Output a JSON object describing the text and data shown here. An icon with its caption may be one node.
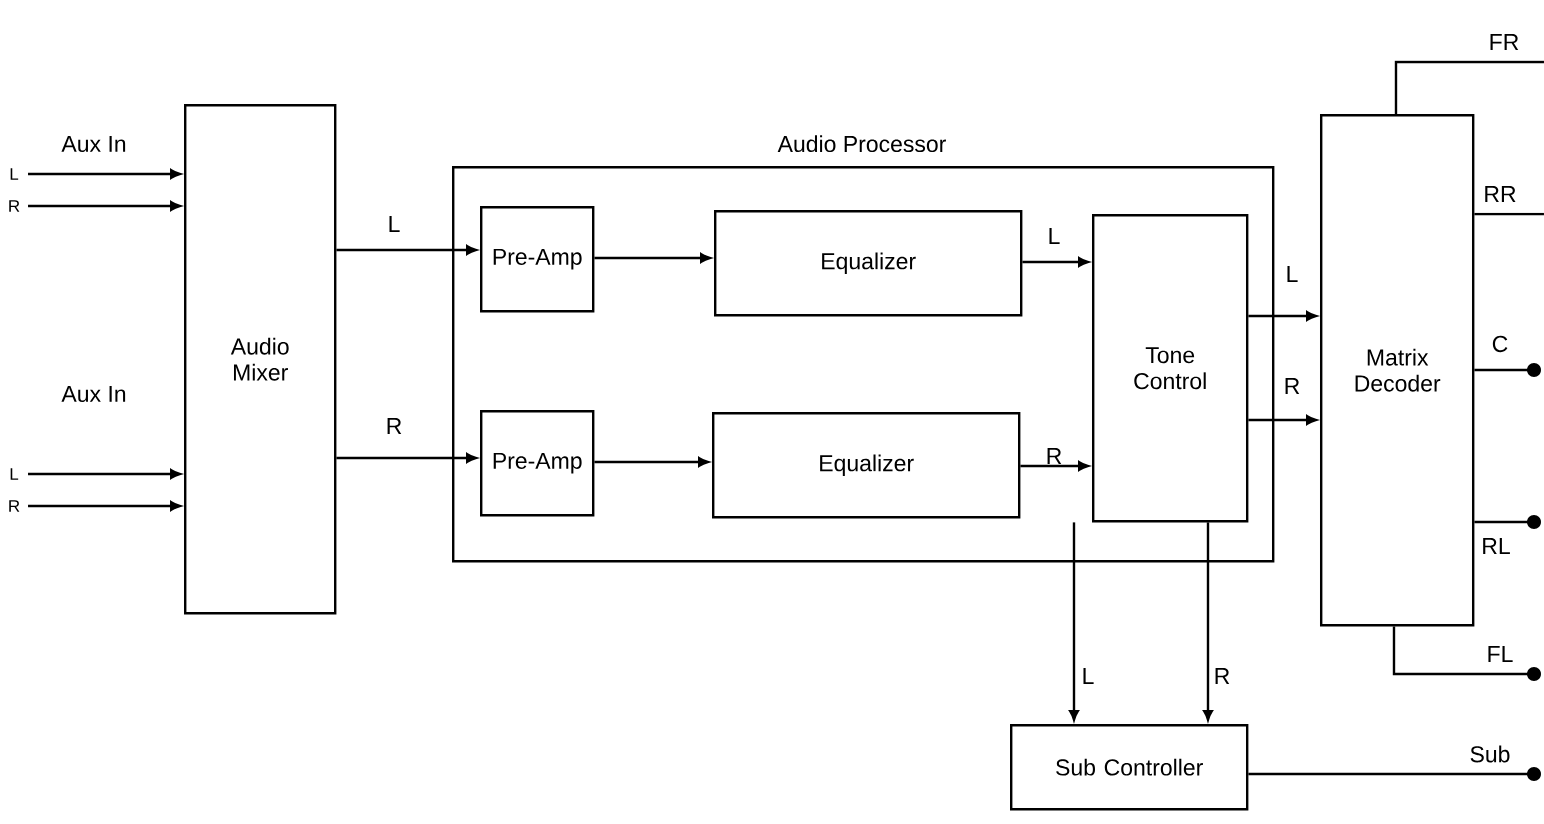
{
  "diagram": {
    "nodes": [
      {
        "text": [
          "Audio Mixer"
        ]
      },
      {
        "text": [
          "Audio Processor"
        ]
      },
      {
        "text": [
          "Pre-Amp"
        ],
        "in": 1
      },
      {
        "text": [
          "Equalizer"
        ],
        "in": 1
      },
      {
        "text": [
          "Pre-Amp"
        ],
        "in": 1
      },
      {
        "text": [
          "Equalizer"
        ],
        "in": 1
      },
      {
        "text": [
          "Tone Control"
        ],
        "in": 1
      },
      {
        "text": [
          "Matrix Decoder"
        ]
      },
      {
        "text": [
          "Sub Controller"
        ]
      }
    ],
    "edges": [
      {
        "from": null,
        "to": 0,
        "arrow": "to",
        "label": "L"
      },
      {
        "from": null,
        "to": 0,
        "arrow": "to",
        "label": "R"
      },
      {
        "from": null,
        "to": 0,
        "arrow": "to",
        "label": "L"
      },
      {
        "from": null,
        "to": 0,
        "arrow": "to",
        "label": "R"
      },
      {
        "from": 0,
        "to": 2,
        "arrow": "to",
        "label": "L"
      },
      {
        "from": 0,
        "to": 4,
        "arrow": "to",
        "label": "R"
      },
      {
        "from": 2,
        "to": 3,
        "arrow": "to"
      },
      {
        "from": 4,
        "to": 5,
        "arrow": "to"
      },
      {
        "from": 3,
        "to": 6,
        "arrow": "to",
        "label": "L"
      },
      {
        "from": 5,
        "to": 6,
        "arrow": "to",
        "label": "R"
      },
      {
        "from": 6,
        "to": 7,
        "arrow": "to",
        "label": "L"
      },
      {
        "from": 6,
        "to": 7,
        "arrow": "to",
        "label": "R"
      },
      {
        "from": 6,
        "to": 8,
        "arrow": "to",
        "label": "L"
      },
      {
        "from": 6,
        "to": 8,
        "arrow": "to",
        "label": "R"
      },
      {
        "from": 7,
        "to": null,
        "arrow": "none",
        "label": "FR"
      },
      {
        "from": 7,
        "to": null,
        "arrow": "none",
        "label": "RR"
      },
      {
        "from": 7,
        "to": null,
        "arrow": "other",
        "label": "C"
      },
      {
        "from": 7,
        "to": null,
        "arrow": "other",
        "label": "RL"
      },
      {
        "from": 7,
        "to": null,
        "arrow": "other",
        "label": "FL"
      },
      {
        "from": 8,
        "to": null,
        "arrow": "other",
        "label": "Sub"
      }
    ],
    "labels": [
      "Aux In",
      "Aux In"
    ]
  }
}
